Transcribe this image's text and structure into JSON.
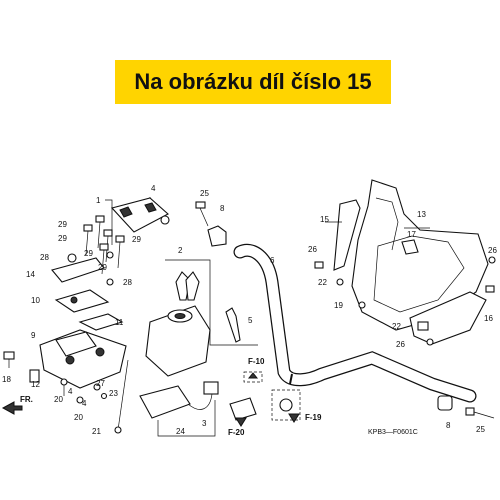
{
  "banner": {
    "text": "Na obrázku díl číslo 15",
    "color": "#ffd400"
  },
  "diagram_code": "KPB3—F0601C",
  "direction_label": "FR.",
  "refs": {
    "f10": "F-10",
    "f19": "F-19",
    "f20": "F-20"
  },
  "callouts": {
    "c1": "1",
    "c2": "2",
    "c3": "3",
    "c4a": "4",
    "c4b": "4",
    "c4c": "4",
    "c5": "5",
    "c6": "6",
    "c8a": "8",
    "c8b": "8",
    "c9": "9",
    "c10": "10",
    "c11": "11",
    "c12": "12",
    "c13": "13",
    "c14": "14",
    "c15": "15",
    "c16": "16",
    "c17": "17",
    "c18": "18",
    "c19": "19",
    "c20a": "20",
    "c20b": "20",
    "c21": "21",
    "c22a": "22",
    "c22b": "22",
    "c23": "23",
    "c24": "24",
    "c25a": "25",
    "c25b": "25",
    "c26a": "26",
    "c26b": "26",
    "c26c": "26",
    "c27": "27",
    "c28a": "28",
    "c28b": "28",
    "c29a": "29",
    "c29b": "29",
    "c29c": "29",
    "c29d": "29",
    "c29e": "29"
  }
}
